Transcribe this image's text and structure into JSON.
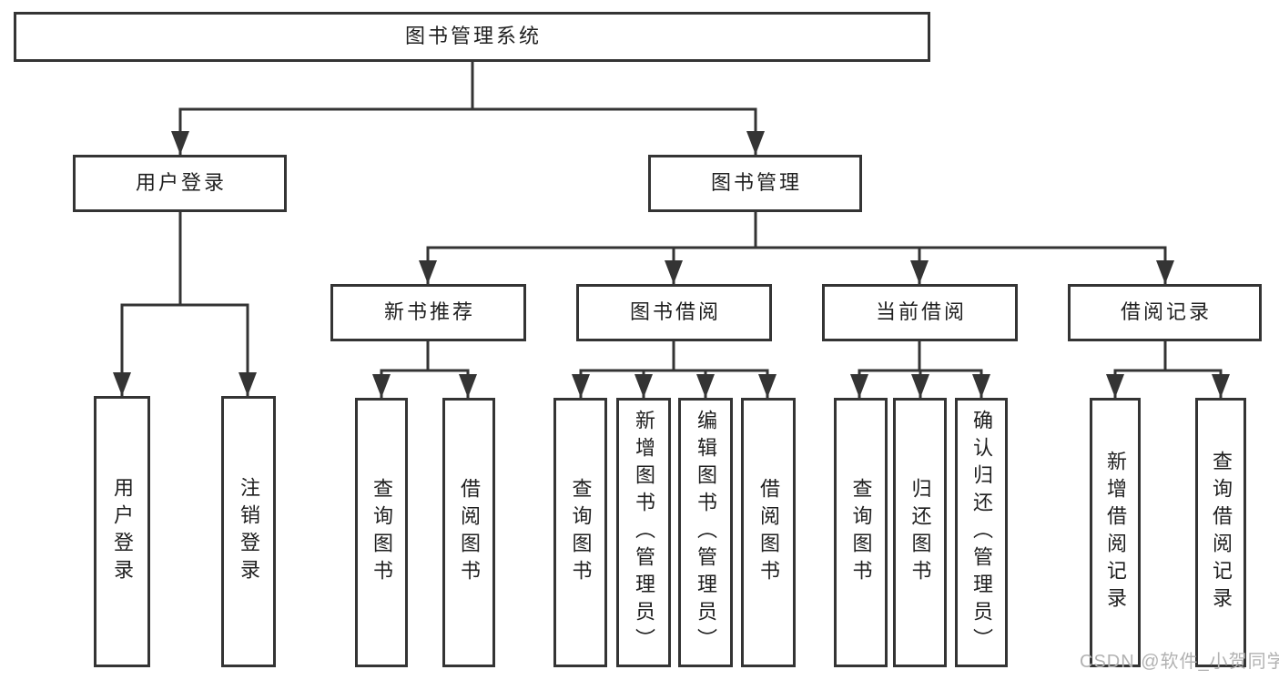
{
  "diagram": {
    "root": "图书管理系统",
    "branches": {
      "user_login": "用户登录",
      "book_management": "图书管理"
    },
    "modules": {
      "new_book_recommend": "新书推荐",
      "book_borrow": "图书借阅",
      "current_borrow": "当前借阅",
      "borrow_records": "借阅记录"
    },
    "leaves": {
      "user_login": [
        "用户登录",
        "注销登录"
      ],
      "new_book_recommend": [
        "查询图书",
        "借阅图书"
      ],
      "book_borrow": [
        "查询图书",
        "新增图书（管理员）",
        "编辑图书（管理员）",
        "借阅图书"
      ],
      "current_borrow": [
        "查询图书",
        "归还图书",
        "确认归还（管理员）"
      ],
      "borrow_records": [
        "新增借阅记录",
        "查询借阅记录"
      ]
    },
    "watermark": "CSDN @软件_小贺同学",
    "colors": {
      "line": "#343434",
      "text": "#1f1f1f",
      "watermark": "#b2b2b2",
      "background": "#ffffff"
    }
  }
}
